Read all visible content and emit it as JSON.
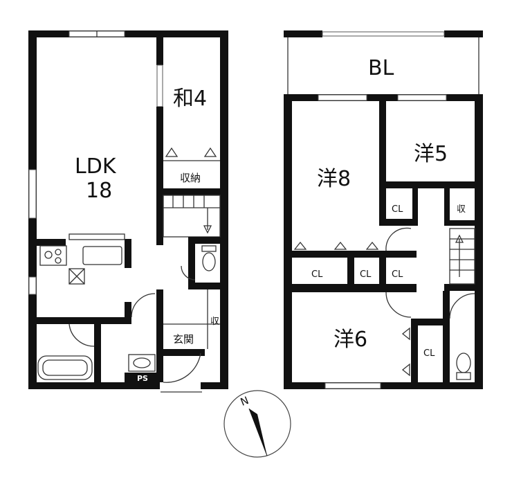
{
  "floor1": {
    "ldk_label": "LDK",
    "ldk_size": "18",
    "washitsu": "和4",
    "storage": "収納",
    "entrance": "玄関",
    "shoe_storage": "収",
    "ps": "PS"
  },
  "floor2": {
    "balcony": "BL",
    "room8": "洋8",
    "room5": "洋5",
    "room6": "洋6",
    "cl_label": "CL",
    "storage_short": "収"
  },
  "compass": {
    "north": "N"
  },
  "colors": {
    "wall": "#111111",
    "line": "#333333",
    "background": "#ffffff"
  }
}
